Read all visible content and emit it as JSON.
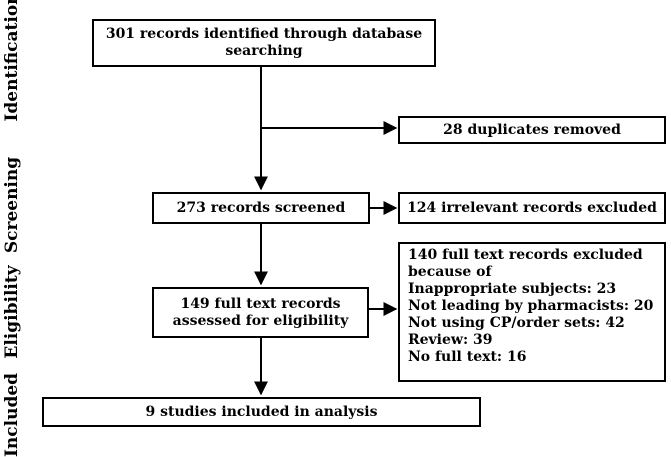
{
  "stages": {
    "identification": "Identification",
    "screening": "Screening",
    "eligibility": "Eligibility",
    "included": "Included"
  },
  "boxes": {
    "identified": {
      "line1": "301 records identified through database",
      "line2": "searching"
    },
    "duplicates": "28 duplicates removed",
    "screened": "273 records screened",
    "irrelevant": "124 irrelevant records excluded",
    "fulltext": {
      "line1": "149 full text records",
      "line2": "assessed for eligibility"
    },
    "excluded": {
      "line1": "140 full text records excluded",
      "line2": "because of",
      "reasons": [
        "Inappropriate subjects: 23",
        "Not leading by pharmacists: 20",
        "Not using CP/order sets: 42",
        "Review: 39",
        "No full text: 16"
      ]
    },
    "included": "9 studies included in analysis"
  }
}
